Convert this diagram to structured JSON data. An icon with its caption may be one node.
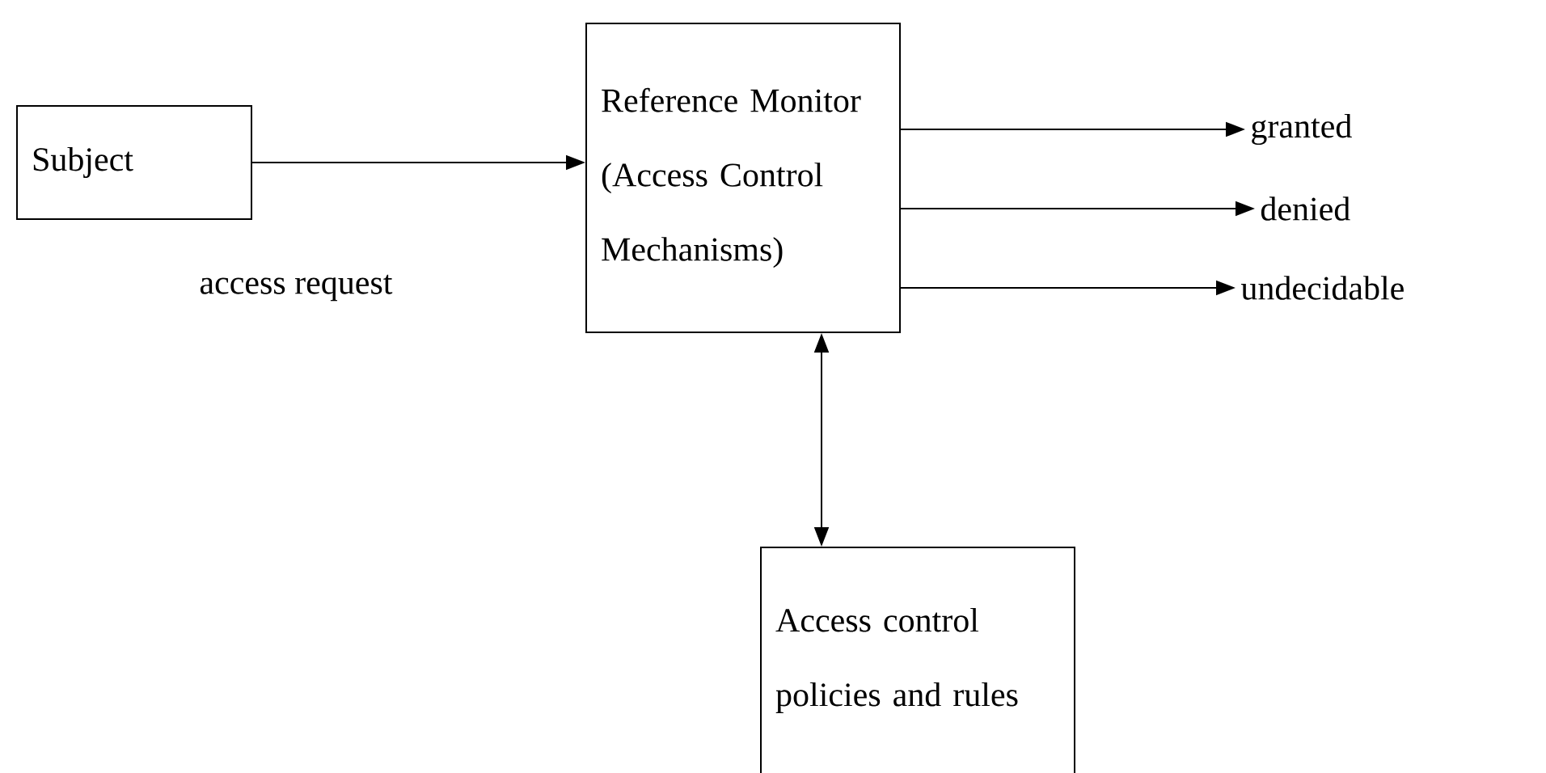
{
  "diagram": {
    "nodes": [
      {
        "text": [
          "Subject"
        ]
      },
      {
        "text": [
          "Reference Monitor (Access Control Mechanisms)"
        ]
      },
      {
        "text": [
          "Access control policies and rules"
        ]
      },
      {
        "text": [
          "granted"
        ]
      },
      {
        "text": [
          "denied"
        ]
      },
      {
        "text": [
          "undecidable"
        ]
      }
    ],
    "edges": [
      {
        "from": 0,
        "to": 1,
        "arrow": "to"
      },
      {
        "from": 1,
        "to": 3,
        "arrow": "to"
      },
      {
        "from": 1,
        "to": 4,
        "arrow": "to"
      },
      {
        "from": 1,
        "to": 5,
        "arrow": "to"
      },
      {
        "from": 1,
        "to": 2,
        "arrow": "both"
      }
    ],
    "labels": [
      "access request"
    ]
  }
}
